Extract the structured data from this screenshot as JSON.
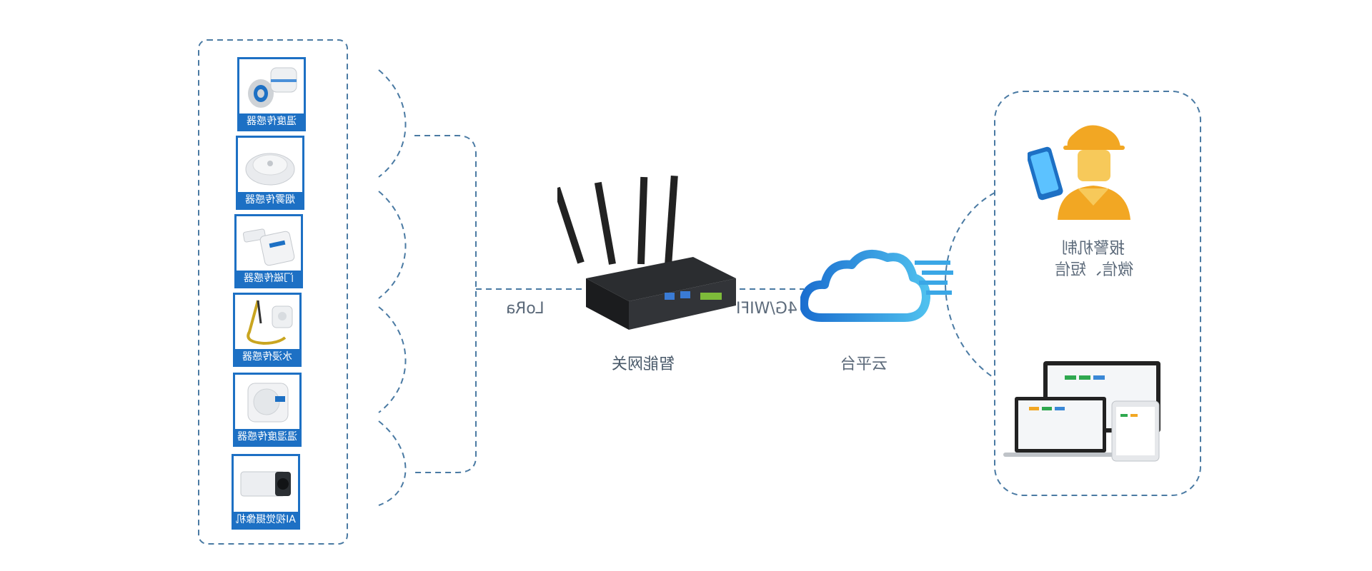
{
  "sensors": [
    {
      "label": "温度传感器",
      "icon": "temperature-sensor-icon"
    },
    {
      "label": "烟雾传感器",
      "icon": "smoke-sensor-icon"
    },
    {
      "label": "门磁传感器",
      "icon": "door-sensor-icon"
    },
    {
      "label": "水浸传感器",
      "icon": "water-leak-sensor-icon"
    },
    {
      "label": "温湿度传感器",
      "icon": "humidity-sensor-icon"
    },
    {
      "label": "AI视觉摄像机",
      "icon": "camera-icon"
    }
  ],
  "links": {
    "lora": "LoRa",
    "uplink": "4G/WIFI"
  },
  "nodes": {
    "gateway": "智能网关",
    "cloud": "云平台",
    "alarm_line1": "报警机制",
    "alarm_line2": "微信、短信"
  },
  "colors": {
    "accent": "#1d70c4",
    "dash": "#4a7aa3",
    "text": "#5c6a7a"
  }
}
